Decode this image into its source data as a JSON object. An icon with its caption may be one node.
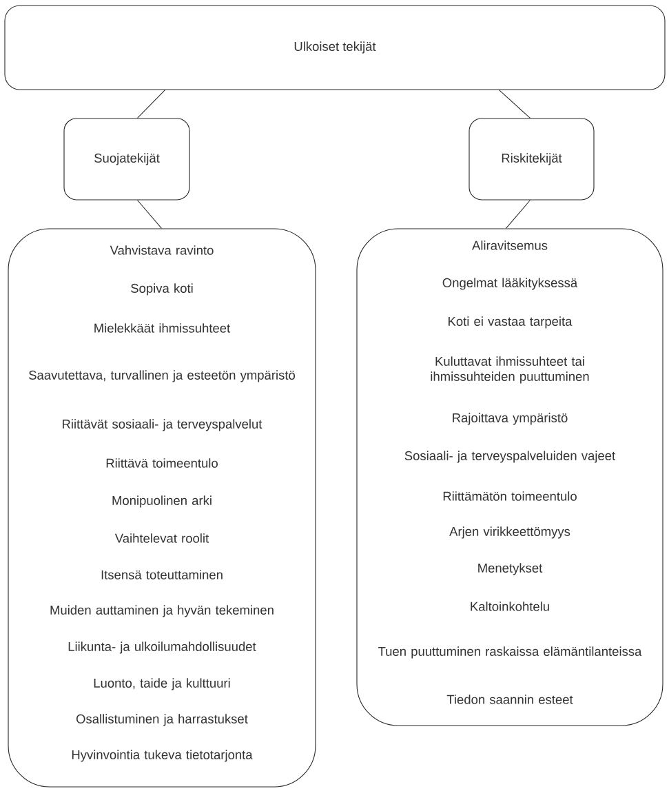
{
  "diagram": {
    "nodes": [
      {
        "text": [
          "Ulkoiset tekijät"
        ]
      },
      {
        "text": [
          "Suojatekijät"
        ]
      },
      {
        "text": [
          "Riskitekijät"
        ]
      },
      {
        "text": [
          "Vahvistava ravinto",
          "Sopiva koti",
          "Mielekkäät ihmissuhteet",
          "Saavutettava, turvallinen ja esteetön ympäristö",
          "Riittävät sosiaali- ja terveyspalvelut",
          "Riittävä toimeentulo",
          "Monipuolinen arki",
          "Vaihtelevat roolit",
          "Itsensä toteuttaminen",
          "Muiden auttaminen ja hyvän tekeminen",
          "Liikunta- ja ulkoilumahdollisuudet",
          "Luonto, taide ja kulttuuri",
          "Osallistuminen ja harrastukset",
          "Hyvinvointia tukeva tietotarjonta"
        ]
      },
      {
        "text": [
          "Aliravitsemus",
          "Ongelmat lääkityksessä",
          "Koti ei vastaa tarpeita",
          "Kuluttavat ihmissuhteet tai ihmissuhteiden puuttuminen",
          "Rajoittava ympäristö",
          "Sosiaali- ja terveyspalveluiden vajeet",
          "Riittämätön toimeentulo",
          "Arjen virikkeettömyys",
          "Menetykset",
          "Kaltoinkohtelu",
          "Tuen puuttuminen raskaissa elämäntilanteissa",
          "Tiedon saannin esteet"
        ]
      }
    ],
    "edges": [
      {
        "from": 0,
        "to": 1,
        "arrow": "none"
      },
      {
        "from": 0,
        "to": 2,
        "arrow": "none"
      },
      {
        "from": 1,
        "to": 3,
        "arrow": "none"
      },
      {
        "from": 2,
        "to": 4,
        "arrow": "none"
      }
    ]
  }
}
